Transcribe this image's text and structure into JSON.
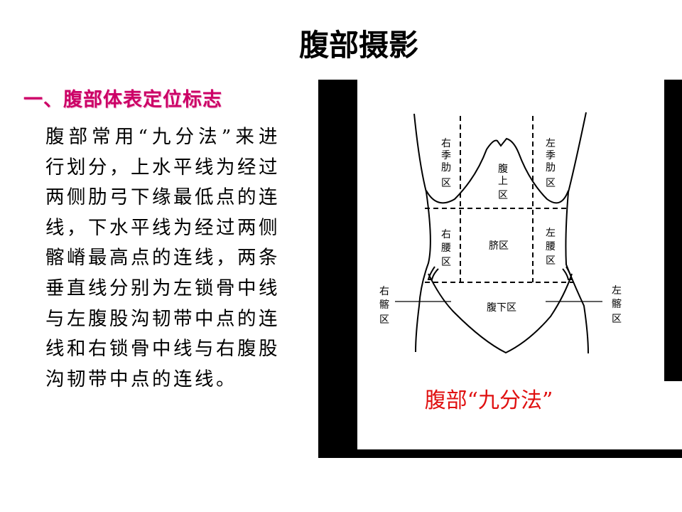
{
  "title": "腹部摄影",
  "section_heading": "一、腹部体表定位标志",
  "body_text": "腹部常用“九分法”来进行划分，上水平线为经过两侧肋弓下缘最低点的连线，下水平线为经过两侧髂嵴最高点的连线，两条垂直线分别为左锁骨中线与左腹股沟韧带中点的连线和右锁骨中线与右腹股沟韧带中点的连线。",
  "figure": {
    "caption": "腹部“九分法”",
    "labels": {
      "right_hypochondrium": [
        "右",
        "季",
        "肋",
        "区"
      ],
      "epigastric": [
        "腹",
        "上",
        "区"
      ],
      "left_hypochondrium": [
        "左",
        "季",
        "肋",
        "区"
      ],
      "right_lumbar": [
        "右",
        "腰",
        "区"
      ],
      "umbilical": "脐区",
      "left_lumbar": [
        "左",
        "腰",
        "区"
      ],
      "right_iliac": [
        "右",
        "髂",
        "区"
      ],
      "hypogastric": "腹下区",
      "left_iliac": [
        "左",
        "髂",
        "区"
      ]
    }
  }
}
